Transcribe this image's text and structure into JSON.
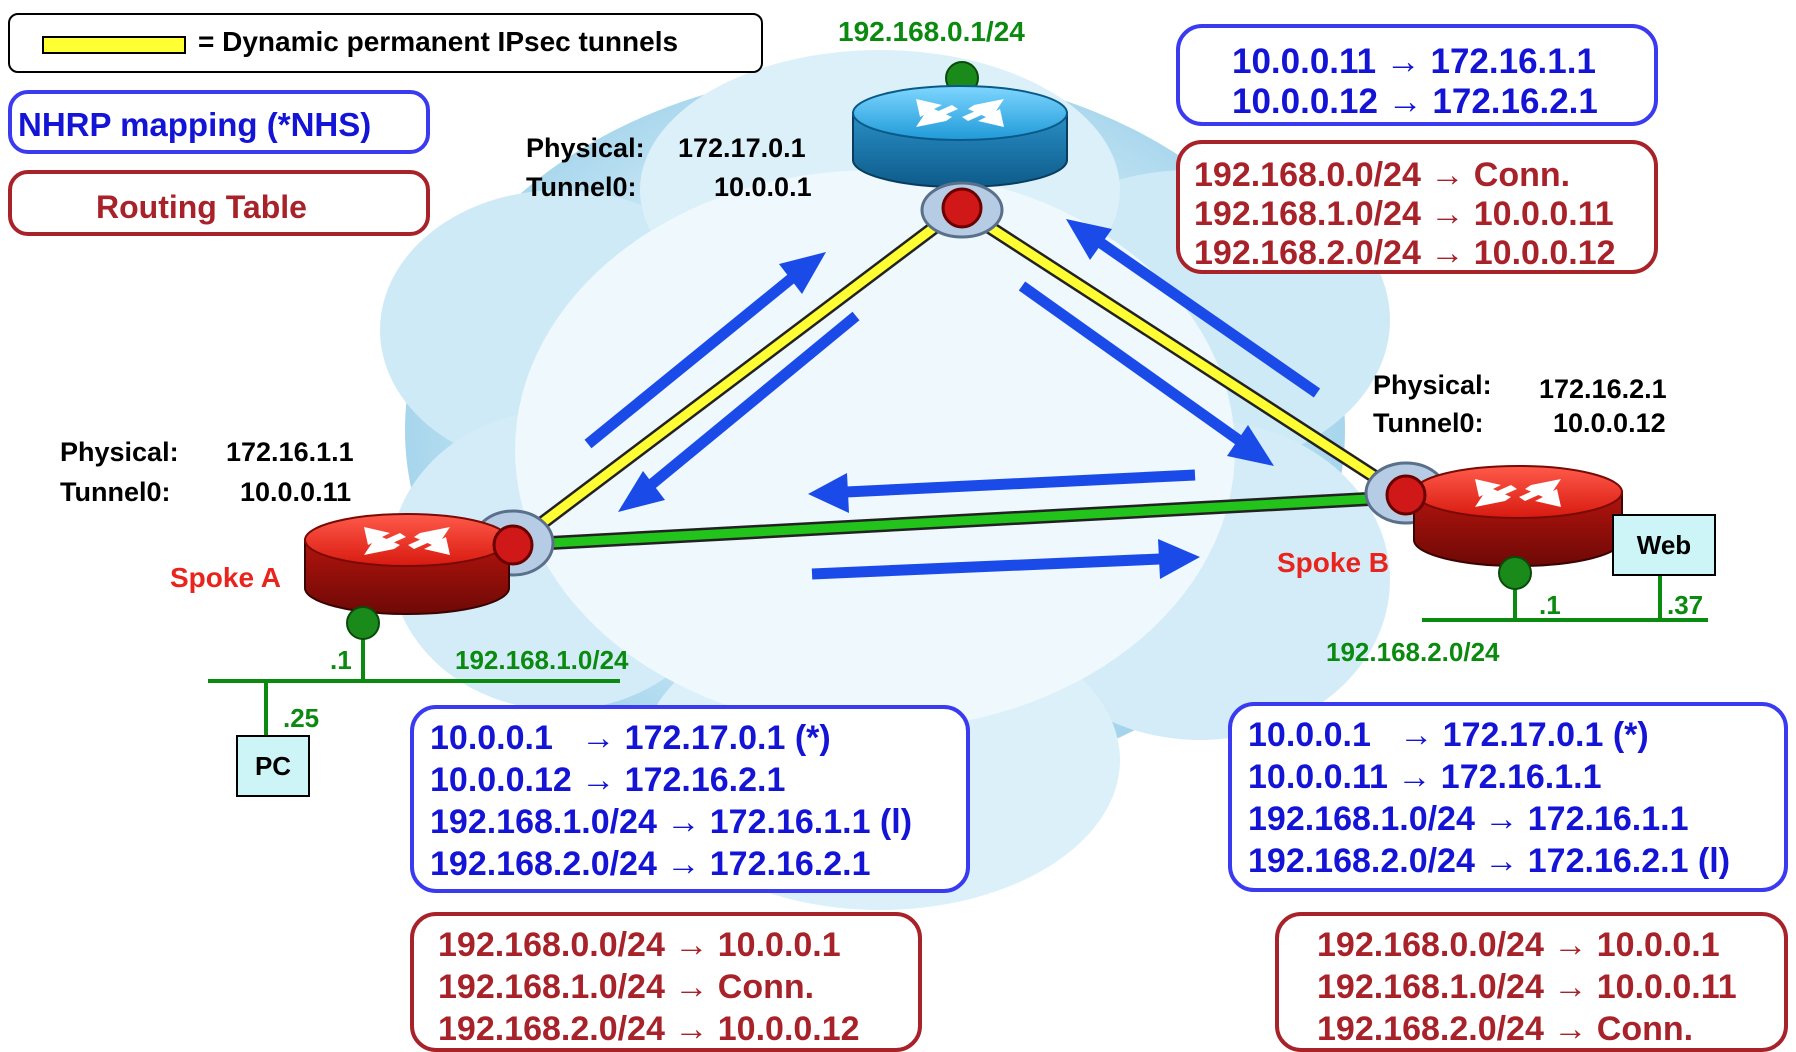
{
  "legend": {
    "tunnel_label": "= Dynamic permanent IPsec tunnels",
    "nhrp_label": "NHRP mapping (*NHS)",
    "routing_label": "Routing Table"
  },
  "hub": {
    "lan": "192.168.0.1/24",
    "physical_label": "Physical:",
    "physical_ip": "172.17.0.1",
    "tunnel_label": "Tunnel0:",
    "tunnel_ip": "10.0.0.1",
    "nhrp": [
      "10.0.0.11 → 172.16.1.1",
      "10.0.0.12 → 172.16.2.1"
    ],
    "routes": [
      "192.168.0.0/24 → Conn.",
      "192.168.1.0/24 → 10.0.0.11",
      "192.168.2.0/24 → 10.0.0.12"
    ]
  },
  "spoke_a": {
    "name": "Spoke A",
    "physical_label": "Physical:",
    "physical_ip": "172.16.1.1",
    "tunnel_label": "Tunnel0:",
    "tunnel_ip": "10.0.0.11",
    "lan": "192.168.1.0/24",
    "router_host": ".1",
    "pc_host": ".25",
    "pc_label": "PC",
    "nhrp": [
      "10.0.0.1   → 172.17.0.1 (*)",
      "10.0.0.12 → 172.16.2.1",
      "192.168.1.0/24 → 172.16.1.1 (l)",
      "192.168.2.0/24 → 172.16.2.1"
    ],
    "routes": [
      "192.168.0.0/24 → 10.0.0.1",
      "192.168.1.0/24 → Conn.",
      "192.168.2.0/24 → 10.0.0.12"
    ]
  },
  "spoke_b": {
    "name": "Spoke B",
    "physical_label": "Physical:",
    "physical_ip": "172.16.2.1",
    "tunnel_label": "Tunnel0:",
    "tunnel_ip": "10.0.0.12",
    "lan": "192.168.2.0/24",
    "router_host": ".1",
    "web_host": ".37",
    "web_label": "Web",
    "nhrp": [
      "10.0.0.1   → 172.17.0.1 (*)",
      "10.0.0.11 → 172.16.1.1",
      "192.168.1.0/24 → 172.16.1.1",
      "192.168.2.0/24 → 172.16.2.1 (l)"
    ],
    "routes": [
      "192.168.0.0/24 → 10.0.0.1",
      "192.168.1.0/24 → 10.0.0.11",
      "192.168.2.0/24 → Conn."
    ]
  },
  "colors": {
    "nhrp_blue": "#1414d6",
    "route_red": "#a8222a",
    "tunnel_yellow": "#ffff33",
    "tunnel_green": "#22c41c",
    "arrow_blue": "#1a4be8",
    "lan_green": "#0b8a10"
  }
}
